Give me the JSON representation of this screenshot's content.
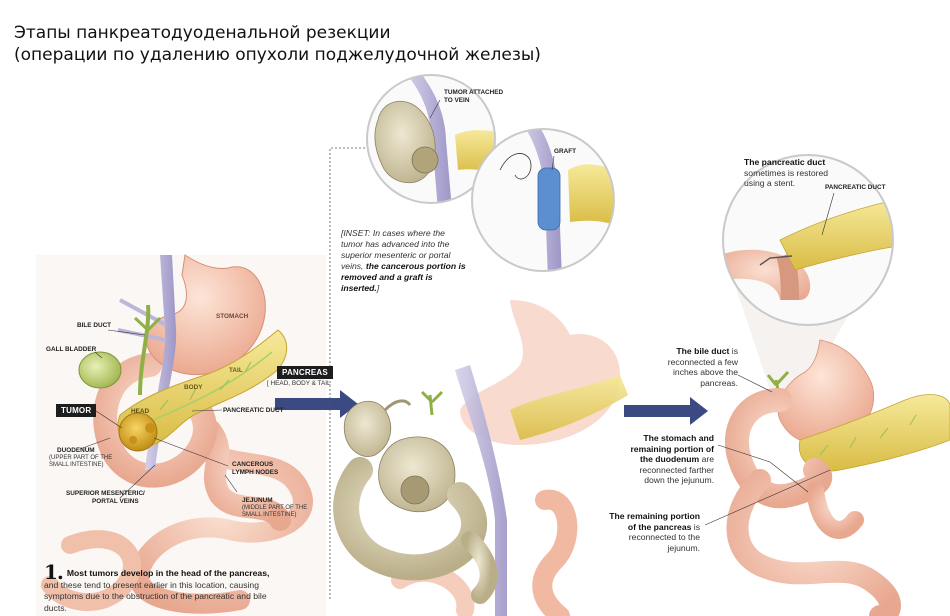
{
  "title": {
    "line1": "Этапы панкреатодуоденальной резекции",
    "line2": "(операции по удалению опухоли поджелудочной железы)"
  },
  "panel1": {
    "labels": {
      "bile_duct": "BILE DUCT",
      "gall_bladder": "GALL BLADDER",
      "stomach": "STOMACH",
      "tail": "TAIL",
      "body": "BODY",
      "head": "HEAD",
      "pancreatic_duct": "PANCREATIC DUCT",
      "cancerous_lymph_nodes_1": "CANCEROUS",
      "cancerous_lymph_nodes_2": "LYMPH NODES",
      "duodenum": "DUODENUM",
      "duodenum_sub_1": "(UPPER PART OF THE",
      "duodenum_sub_2": "SMALL INTESTINE)",
      "sup_mes_1": "SUPERIOR MESENTERIC/",
      "sup_mes_2": "PORTAL VEINS",
      "jejunum": "JEJUNUM",
      "jejunum_sub_1": "(MIDDLE PART OF THE",
      "jejunum_sub_2": "SMALL INTESTINE)"
    },
    "tags": {
      "tumor": "TUMOR",
      "pancreas": "PANCREAS"
    },
    "pancreas_sub": "[ HEAD, BODY & TAIL",
    "step": {
      "number": "1.",
      "bold": "Most tumors develop in the head of the pancreas,",
      "rest": " and these tend to present earlier in this location, causing symptoms due to the obstruction of the pancreatic and bile ducts."
    }
  },
  "panel2": {
    "tumor_attached_1": "TUMOR ATTACHED",
    "tumor_attached_2": "TO VEIN",
    "graft": "GRAFT",
    "inset_note": {
      "prefix": "[INSET: In cases where the tumor has advanced into the superior mesenteric or portal veins, ",
      "bold": "the cancerous portion is removed and a graft is inserted.",
      "suffix": "]"
    }
  },
  "panel3": {
    "pancreatic_duct_label": "PANCREATIC DUCT",
    "stent_note": {
      "bold": "The pancreatic duct",
      "rest": " sometimes is restored using a stent."
    },
    "bile_note": {
      "bold": "The bile duct",
      "rest": " is reconnected a few inches above the pancreas."
    },
    "stomach_note": {
      "bold": "The stomach and remaining portion of the duodenum",
      "rest": " are reconnected farther down the jejunum."
    },
    "pancreas_note": {
      "bold": "The remaining portion of the pancreas",
      "rest": " is reconnected to the jejunum."
    }
  },
  "colors": {
    "stomach": "#f3b9a2",
    "pancreas": "#e9d36a",
    "tumor": "#d9a61e",
    "vein": "#b9b3d6",
    "gall_bladder": "#c6d77a",
    "removed_tissue": "#d9d2b8",
    "arrow": "#3c4a84",
    "graft": "#5c8fd0"
  }
}
